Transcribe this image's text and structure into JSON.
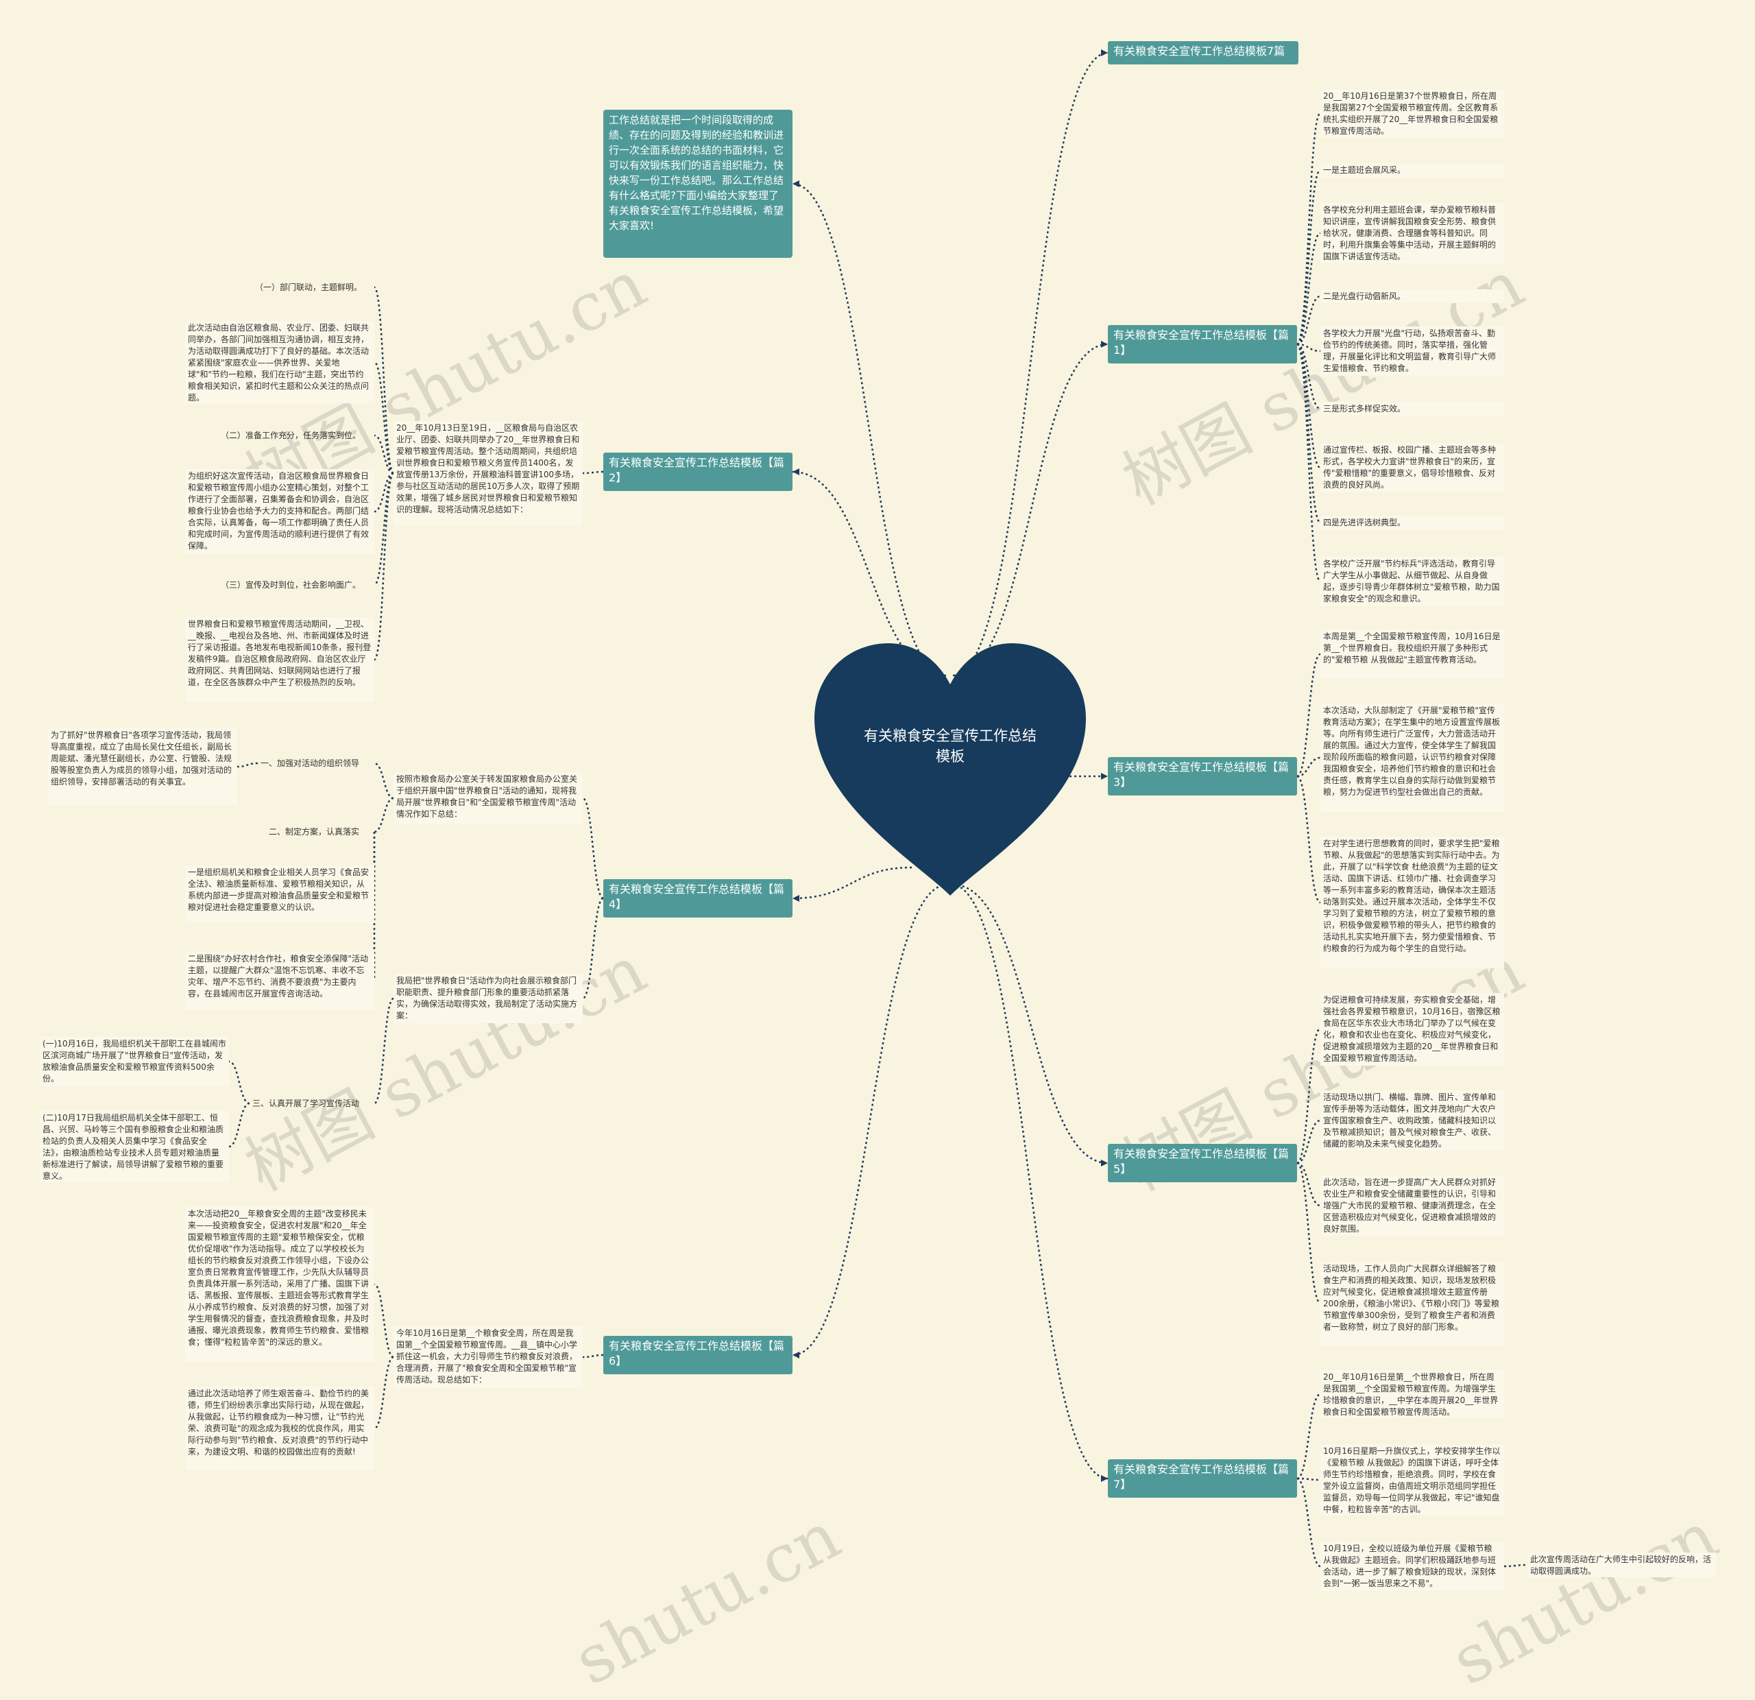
{
  "center": {
    "title": "有关粮食安全宣传工作总结模板"
  },
  "watermark": [
    "树图 shutu.cn",
    "树图 shutu.cn",
    "树图 shutu.cn",
    "树图 shutu.cn",
    "shutu.cn",
    "shutu.cn"
  ],
  "intro": "工作总结就是把一个时间段取得的成绩、存在的问题及得到的经验和教训进行一次全面系统的总结的书面材料，它可以有效锻炼我们的语言组织能力，快快来写一份工作总结吧。那么工作总结有什么格式呢?下面小编给大家整理了有关粮食安全宣传工作总结模板，希望大家喜欢!",
  "branches": {
    "b7top": "有关粮食安全宣传工作总结模板7篇",
    "b1": "有关粮食安全宣传工作总结模板【篇1】",
    "b2": "有关粮食安全宣传工作总结模板【篇2】",
    "b3": "有关粮食安全宣传工作总结模板【篇3】",
    "b4": "有关粮食安全宣传工作总结模板【篇4】",
    "b5": "有关粮食安全宣传工作总结模板【篇5】",
    "b6": "有关粮食安全宣传工作总结模板【篇6】",
    "b7": "有关粮食安全宣传工作总结模板【篇7】"
  },
  "p1": [
    "20__年10月16日是第37个世界粮食日，所在周是我国第27个全国爱粮节粮宣传周。全区教育系统扎实组织开展了20__年世界粮食日和全国爱粮节粮宣传周活动。",
    "一是主题班会展风采。",
    "各学校充分利用主题班会课，举办爱粮节粮科普知识讲座，宣传讲解我国粮食安全形势、粮食供给状况，健康消费、合理膳食等科普知识。同时，利用升旗集会等集中活动，开展主题鲜明的国旗下讲话宣传活动。",
    "二是光盘行动倡新风。",
    "各学校大力开展\"光盘\"行动，弘扬艰苦奋斗、勤俭节约的传统美德。同时，落实举措，强化管理，开展量化评比和文明监督，教育引导广大师生爱惜粮食、节约粮食。",
    "三是形式多样促实效。",
    "通过宣传栏、板报、校园广播、主题班会等多种形式，各学校大力宣讲\"世界粮食日\"的来历，宣传\"爱粮惜粮\"的重要意义，倡导珍惜粮食、反对浪费的良好风尚。",
    "四是先进评选树典型。",
    "各学校广泛开展\"节约标兵\"评选活动，教育引导广大学生从小事做起、从细节做起、从自身做起，逐步引导青少年群体树立\"爱粮节粮，助力国家粮食安全\"的观念和意识。"
  ],
  "p2": {
    "main": "20__年10月13日至19日，__区粮食局与自治区农业厅、团委、妇联共同举办了20__年世界粮食日和爱粮节粮宣传周活动。整个活动周期间，共组织培训世界粮食日和爱粮节粮义务宣传员1400名，发放宣传册13万余份，开展粮油科普宣讲100多场，参与社区互动活动的居民10万多人次，取得了预期效果，增强了城乡居民对世界粮食日和爱粮节粮知识的理解。现将活动情况总结如下：",
    "items": [
      "（一）部门联动，主题鲜明。",
      "此次活动由自治区粮食局、农业厅、团委、妇联共同举办，各部门间加强相互沟通协调，相互支持，为活动取得圆满成功打下了良好的基础。本次活动紧紧围绕\"家庭农业——供养世界、关爱地球\"和\"节约一粒粮，我们在行动\"主题，突出节约粮食相关知识，紧扣时代主题和公众关注的热点问题。",
      "（二）准备工作充分，任务落实到位。",
      "为组织好这次宣传活动，自治区粮食局世界粮食日和爱粮节粮宣传周小组办公室精心策划，对整个工作进行了全面部署，召集筹备会和协调会，自治区粮食行业协会也给予大力的支持和配合。两部门结合实际，认真筹备，每一项工作都明确了责任人员和完成时间，为宣传周活动的顺利进行提供了有效保障。",
      "（三）宣传及时到位，社会影响面广。",
      "世界粮食日和爱粮节粮宣传周活动期间，__卫视、__晚报、__电视台及各地、州、市新闻媒体及时进行了采访报道。各地发布电视新闻10条条，报刊登发稿件9篇。自治区粮食局政府网、自治区农业厅政府网区、共青团网站、妇联网网站也进行了报道，在全区各族群众中产生了积极热烈的反响。"
    ]
  },
  "p3": [
    "本周是第__个全国爱粮节粮宣传周，10月16日是第__个世界粮食日。我校组织开展了多种形式的\"爱粮节粮 从我做起\"主题宣传教育活动。",
    "本次活动，大队部制定了《开展\"爱粮节粮\"宣传教育活动方案》；在学生集中的地方设置宣传展板等。向所有师生进行广泛宣传，大力营造活动开展的氛围。通过大力宣传，使全体学生了解我国现阶段所面临的粮食问题，认识节约粮食对保障我国粮食安全，培养他们节约粮食的意识和社会责任感，教育学生以自身的实际行动做到爱粮节粮，努力为促进节约型社会做出自己的贡献。",
    "在对学生进行思想教育的同时，要求学生把\"爱粮节粮、从我做起\"的思想落实到实际行动中去。为此，开展了以\"科学饮食 杜绝浪费\"为主题的征文活动、国旗下讲话、红领巾广播、社会调查学习等一系列丰富多彩的教育活动，确保本次主题活动落到实处。通过开展本次活动，全体学生不仅学习到了爱粮节粮的方法，树立了爱粮节粮的意识，积极争做爱粮节粮的带头人，把节约粮食的活动扎扎实实地开展下去，努力使爱惜粮食、节约粮食的行为成为每个学生的自觉行动。"
  ],
  "p4": {
    "main1": "按照市粮食局办公室关于转发国家粮食局办公室关于组织开展中国\"世界粮食日\"活动的通知，现将我局开展\"世界粮食日\"和\"全国爱粮节粮宣传周\"活动情况作如下总结：",
    "main2": "我局把\"世界粮食日\"活动作为向社会展示粮食部门职能职责、提升粮食部门形象的重要活动抓紧落实，为确保活动取得实效，我局制定了活动实施方案：",
    "label1": "一、加强对活动的组织领导",
    "label2": "二、制定方案，认真落实",
    "label3": "三、认真开展了学习宣传活动",
    "items": [
      "为了抓好\"世界粮食日\"各项学习宣传活动，我局领导高度重视，成立了由局长吴仕文任组长，副局长周能斌、潘光慧任副组长，办公室、行管股、法规股等股室负责人为成员的领导小组，加强对活动的组织领导，安排部署活动的有关事宜。",
      "一是组织局机关和粮食企业相关人员学习《食品安全法》、粮油质量新标准、爱粮节粮相关知识，从系统内部进一步提高对粮油食品质量安全和爱粮节粮对促进社会稳定重要意义的认识。",
      "二是围绕\"办好农村合作社，粮食安全添保障\"活动主题，以提醒广大群众\"温饱不忘饥寒、丰收不忘灾年、增产不忘节约、消费不要浪费\"为主要内容，在县城闹市区开展宣传咨询活动。",
      "(一)10月16日，我局组织机关干部职工在县城闹市区滨河商城广场开展了\"世界粮食日\"宣传活动，发放粮油食品质量安全和爱粮节粮宣传资料500余份。",
      "(二)10月17日我局组织局机关全体干部职工、恒昌、兴贸、马岭等三个国有参股粮食企业和粮油质检站的负责人及相关人员集中学习《食品安全法》，由粮油质检站专业技术人员专题对粮油质量新标准进行了解读，局领导讲解了爱粮节粮的重要意义。"
    ]
  },
  "p5": [
    "为促进粮食可持续发展，夯实粮食安全基础，增强社会各界爱粮节粮意识，10月16日，宿豫区粮食局在区华东农业大市场北门举办了以气候在变化，粮食和农业也在变化、积极应对气候变化，促进粮食减损增效为主题的20__年世界粮食日和全国爱粮节粮宣传周活动。",
    "活动现场以拱门、横幅、靠牌、图片、宣传单和宣传手册等为活动载体，图文并茂地向广大农户宣传国家粮食生产、收购政策，储藏科技知识以及节粮减损知识；普及气候对粮食生产、收获、储藏的影响及未来气候变化趋势。",
    "此次活动，旨在进一步提高广大人民群众对抓好农业生产和粮食安全储藏重要性的认识，引导和增强广大市民的爱粮节粮、健康消费理念，在全区营造积极应对气候变化，促进粮食减损增效的良好氛围。",
    "活动现场，工作人员向广大民群众详细解答了粮食生产和消费的相关政策、知识，现场发放积极应对气候变化，促进粮食减损增效主题宣传册200余册，《粮油小常识》、《节粮小窍门》等爱粮节粮宣传单300余份，受到了粮食生产者和消费者一致称赞，树立了良好的部门形象。"
  ],
  "p6": {
    "main": "今年10月16日是第__个粮食安全周，所在周是我国第__个全国爱粮节粮宣传周。__县__镇中心小学抓住这一机会，大力引导师生节约粮食反对浪费，合理消费，开展了\"粮食安全周和全国爱粮节粮\"宣传周活动。现总结如下：",
    "items": [
      "本次活动把20__年粮食安全周的主题\"改变移民未来——投资粮食安全，促进农村发展\"和20__年全国爱粮节粮宣传周的主题\"爱粮节粮保安全，优粮优价促增收\"作为活动指导。成立了以学校校长为组长的节约粮食反对浪费工作领导小组，下设办公室负责日常教育宣传管理工作，少先队大队辅导员负责具体开展一系列活动，采用了广播、国旗下讲话、黑板报、宣传展板、主题班会等形式教育学生从小养成节约粮食、反对浪费的好习惯，加强了对学生用餐情况的督查，查找浪费粮食现象，并及时通报、曝光浪费现象，教育师生节约粮食、爱惜粮食；懂得\"粒粒皆辛苦\"的深远的意义。",
      "通过此次活动培养了师生艰苦奋斗、勤俭节约的美德，师生们纷纷表示拿出实际行动，从现在做起，从我做起，让节约粮食成为一种习惯，让\"节约光荣、浪费可耻\"的观念成为我校的优良作风，用实际行动参与到\"节约粮食、反对浪费\"的节约行动中来，为建设文明、和谐的校园做出应有的贡献!"
    ]
  },
  "p7": [
    "20__年10月16日是第__个世界粮食日，所在周是我国第__个全国爱粮节粮宣传周。为增强学生珍惜粮食的意识，__中学在本周开展20__年世界粮食日和全国爱粮节粮宣传周活动。",
    "10月16日星期一升旗仪式上，学校安排学生作以《爱粮节粮 从我做起》的国旗下讲话，呼吁全体师生节约珍惜粮食，拒绝浪费。同时，学校在食堂外设立监督岗，由值周班文明示范组同学担任监督员，劝导每一位同学从我做起，牢记\"谁知盘中餐，粒粒皆辛苦\"的古训。",
    "10月19日，全校以班级为单位开展《爱粮节粮 从我做起》主题班会。同学们积极踊跃地参与班会活动，进一步了解了粮食短缺的现状，深刻体会到\"一粥一饭当思来之不易\"。",
    "此次宣传周活动在广大师生中引起较好的反响，活动取得圆满成功。"
  ],
  "colors": {
    "background": "#f8f4df",
    "heart": "#163b5c",
    "branch": "#4f9a98",
    "line": "#1f3b5c"
  }
}
